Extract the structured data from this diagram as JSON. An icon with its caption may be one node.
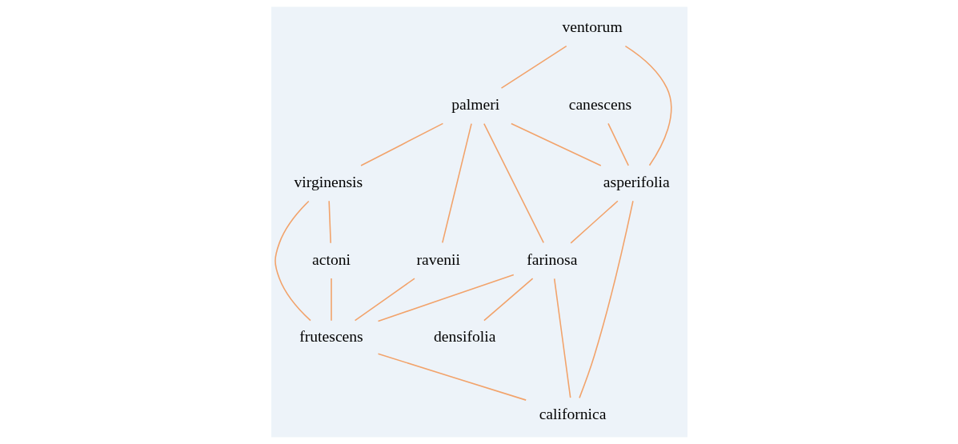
{
  "diagram": {
    "nodes": [
      {
        "text": [
          "ventorum"
        ]
      },
      {
        "text": [
          "canescens"
        ]
      },
      {
        "text": [
          "palmeri"
        ]
      },
      {
        "text": [
          "asperifolia"
        ]
      },
      {
        "text": [
          "virginensis"
        ]
      },
      {
        "text": [
          "farinosa"
        ]
      },
      {
        "text": [
          "ravenii"
        ]
      },
      {
        "text": [
          "actoni"
        ]
      },
      {
        "text": [
          "densifolia"
        ]
      },
      {
        "text": [
          "frutescens"
        ]
      },
      {
        "text": [
          "californica"
        ]
      }
    ],
    "edges": [
      {
        "from": 0,
        "to": 2,
        "arrow": "none"
      },
      {
        "from": 0,
        "to": 3,
        "arrow": "none"
      },
      {
        "from": 1,
        "to": 3,
        "arrow": "none"
      },
      {
        "from": 2,
        "to": 3,
        "arrow": "none"
      },
      {
        "from": 2,
        "to": 4,
        "arrow": "none"
      },
      {
        "from": 2,
        "to": 6,
        "arrow": "none"
      },
      {
        "from": 2,
        "to": 5,
        "arrow": "none"
      },
      {
        "from": 3,
        "to": 5,
        "arrow": "none"
      },
      {
        "from": 3,
        "to": 10,
        "arrow": "none"
      },
      {
        "from": 4,
        "to": 7,
        "arrow": "none"
      },
      {
        "from": 4,
        "to": 9,
        "arrow": "none"
      },
      {
        "from": 6,
        "to": 9,
        "arrow": "none"
      },
      {
        "from": 5,
        "to": 9,
        "arrow": "none"
      },
      {
        "from": 5,
        "to": 8,
        "arrow": "none"
      },
      {
        "from": 5,
        "to": 10,
        "arrow": "none"
      },
      {
        "from": 7,
        "to": 9,
        "arrow": "none"
      },
      {
        "from": 9,
        "to": 10,
        "arrow": "none"
      }
    ]
  }
}
